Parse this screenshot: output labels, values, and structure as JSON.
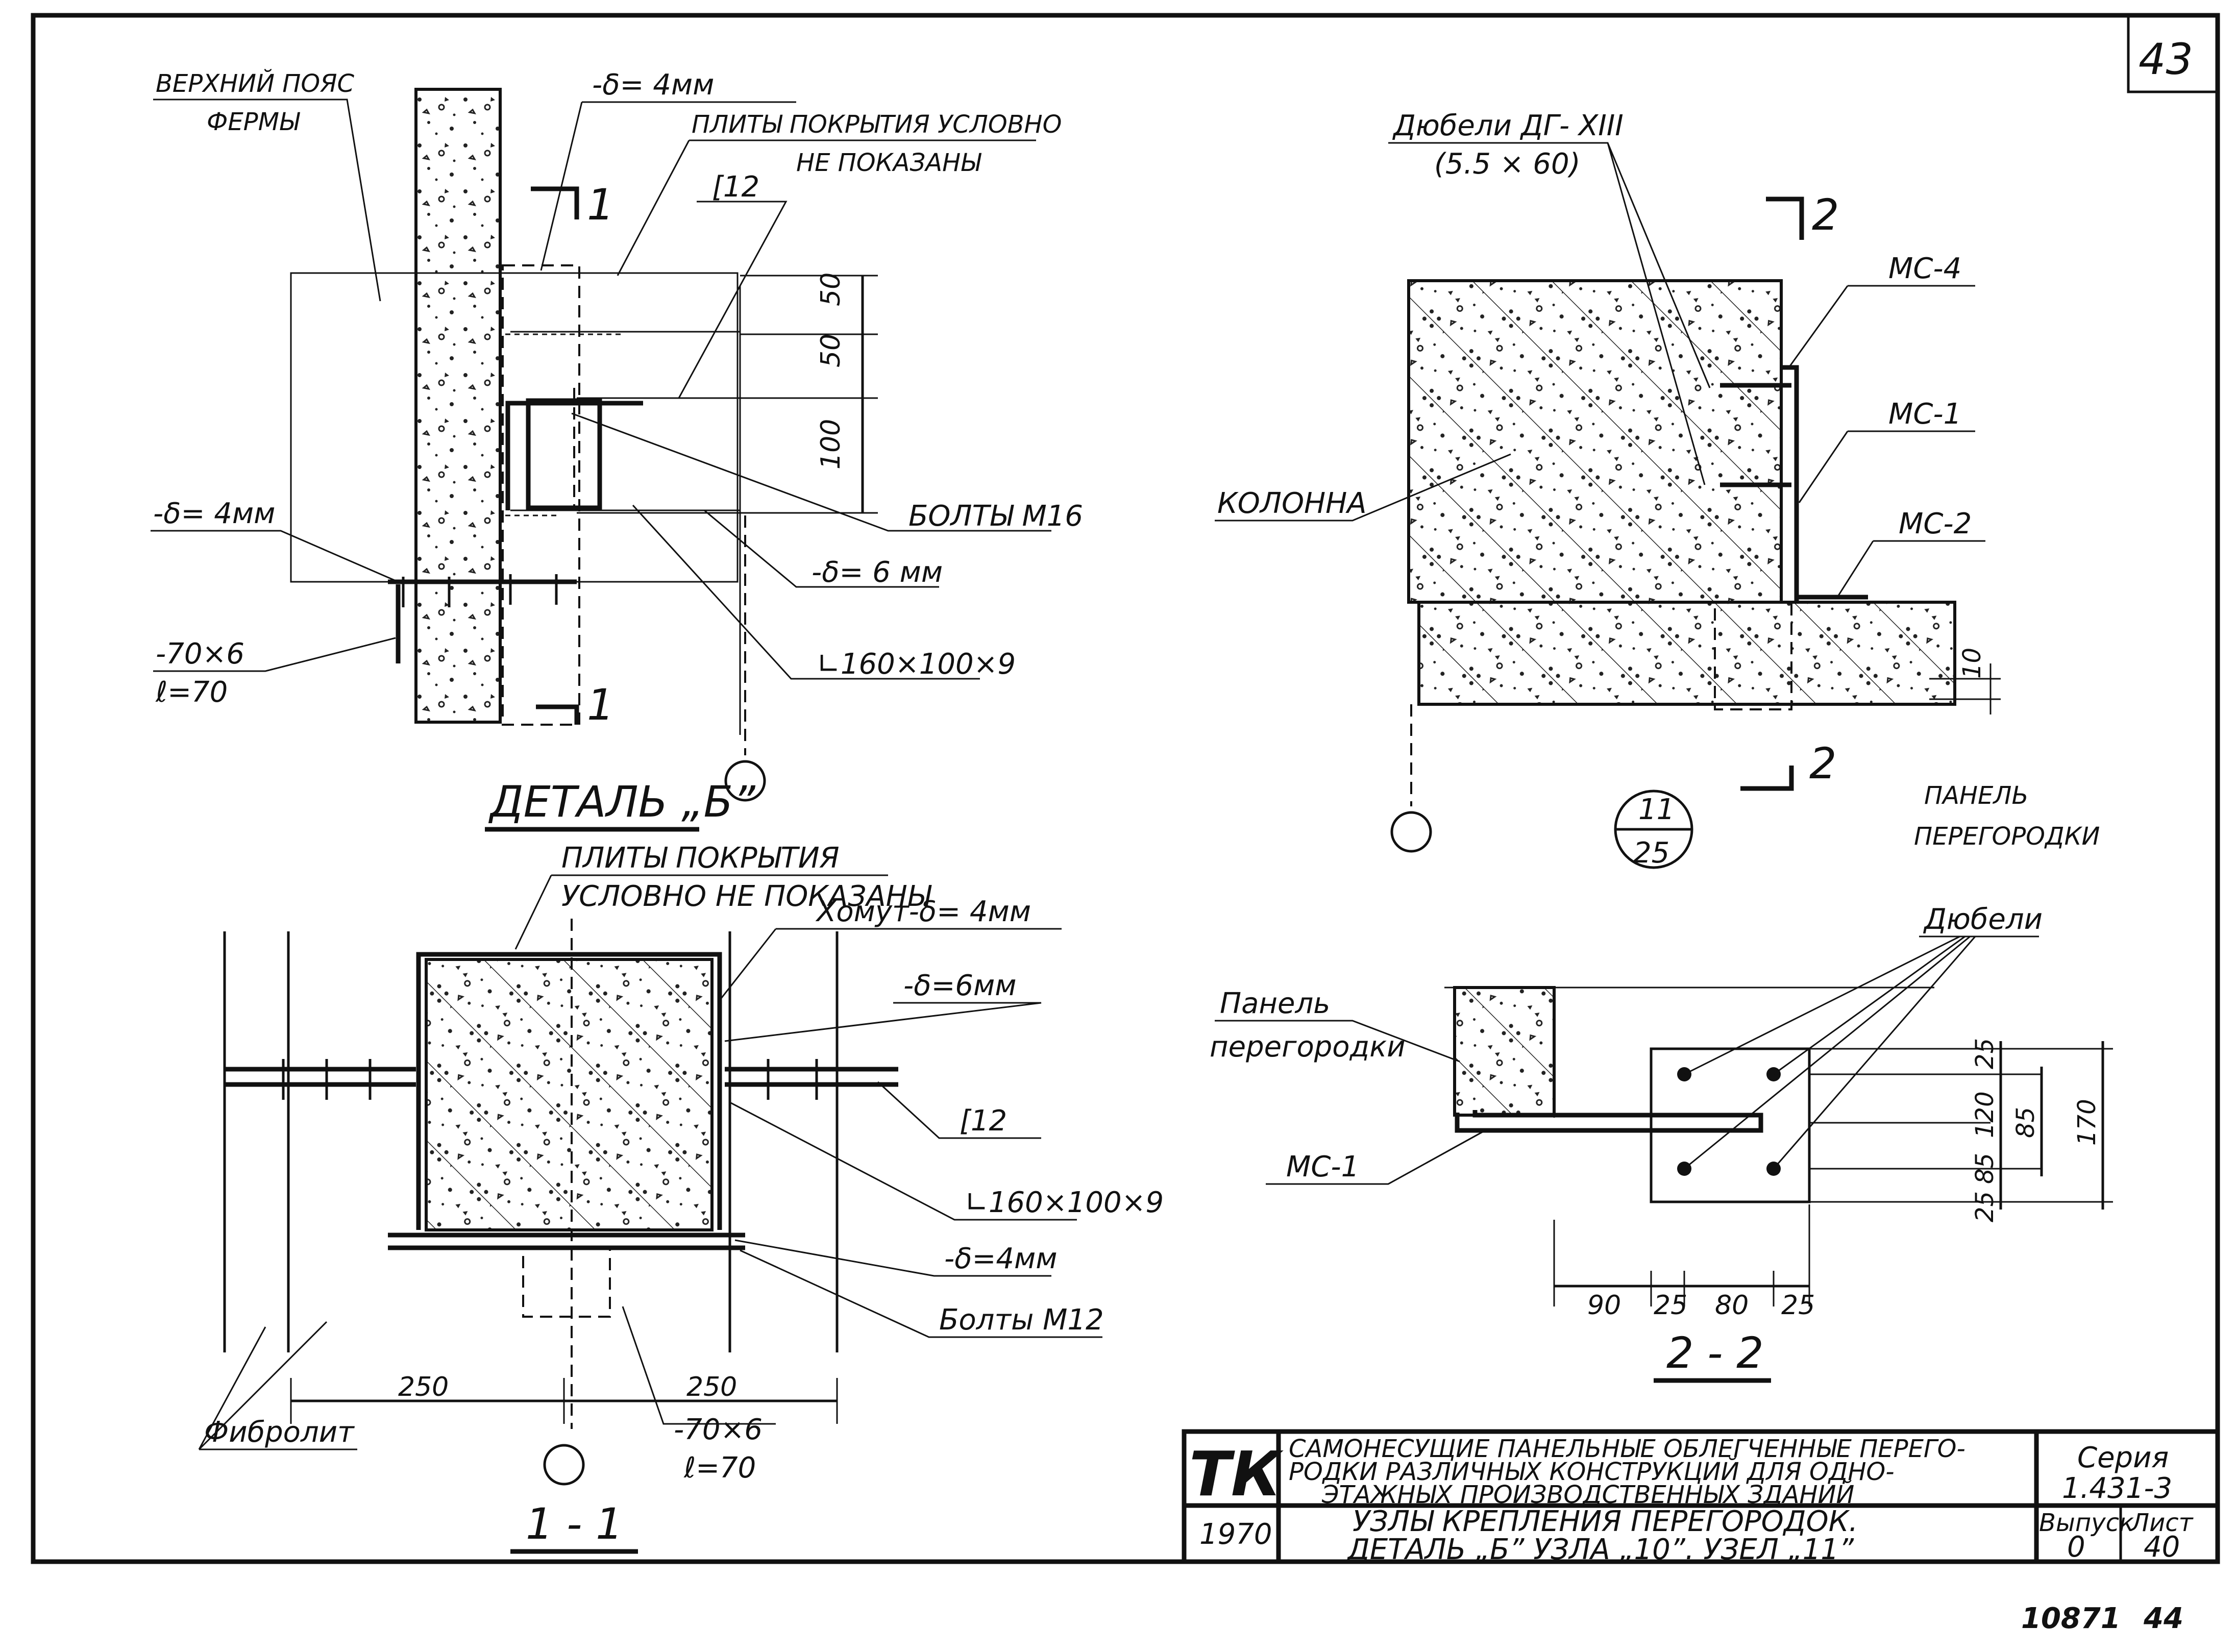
{
  "sheet_number": "43",
  "bottom_numbers": {
    "left": "10871",
    "right": "44"
  },
  "detail_b": {
    "title": "ДЕТАЛЬ „Б”",
    "labels": {
      "upper_chord": "ВЕРХНИЙ ПОЯС",
      "upper_chord_2": "ФЕРМЫ",
      "plate_4mm_top": "-δ= 4мм",
      "roof_plates": "ПЛИТЫ ПОКРЫТИЯ УСЛОВНО",
      "roof_plates_2": "НЕ ПОКАЗАНЫ",
      "channel": "[12",
      "bolts": "БОЛТЫ М16",
      "plate_6mm": "-δ= 6 мм",
      "angle": "∟160×100×9",
      "plate_4mm_left": "-δ= 4мм",
      "strip": "-70×6",
      "strip_len": "ℓ=70",
      "section_mark": "1"
    },
    "dims": [
      "50",
      "50",
      "100"
    ]
  },
  "section_1_1": {
    "title": "1 - 1",
    "labels": {
      "roof_plates": "ПЛИТЫ ПОКРЫТИЯ",
      "roof_plates_2": "УСЛОВНО НЕ ПОКАЗАНЫ",
      "clamp": "Хомут-δ= 4мм",
      "plate_6mm": "-δ=6мм",
      "channel": "[12",
      "angle": "∟160×100×9",
      "plate_4mm": "-δ=4мм",
      "bolts": "Болты М12",
      "fibrolite": "Фибролит",
      "strip": "-70×6",
      "strip_len": "ℓ=70"
    },
    "dims": [
      "250",
      "250"
    ]
  },
  "node_11": {
    "labels": {
      "dowels": "Дюбели ДГ- XIII",
      "dowels_size": "(5.5 × 60)",
      "mc4": "МС-4",
      "mc1": "МС-1",
      "mc2": "МС-2",
      "column": "КОЛОННА",
      "panel": "ПАНЕЛЬ",
      "panel_2": "ПЕРЕГОРОДКИ",
      "section_mark": "2",
      "dim_10": "10"
    },
    "ref_top": "11",
    "ref_bottom": "25"
  },
  "section_2_2": {
    "title": "2 - 2",
    "labels": {
      "dowels": "Дюбели",
      "panel": "Панель",
      "panel_2": "перегородки",
      "mc1": "МС-1"
    },
    "dims_bottom": [
      "90",
      "25",
      "80",
      "25"
    ],
    "dims_right": [
      "25",
      "120",
      "85",
      "25",
      "170",
      "85"
    ]
  },
  "title_block": {
    "logo": "ТК",
    "year": "1970",
    "description_1": "САМОНЕСУЩИЕ ПАНЕЛЬНЫЕ ОБЛЕГЧЕННЫЕ ПЕРЕГО-",
    "description_2": "РОДКИ РАЗЛИЧНЫХ КОНСТРУКЦИЙ ДЛЯ ОДНО-",
    "description_3": "ЭТАЖНЫХ ПРОИЗВОДСТВЕННЫХ ЗДАНИЙ",
    "sheet_title_1": "УЗЛЫ КРЕПЛЕНИЯ ПЕРЕГОРОДОК.",
    "sheet_title_2": "ДЕТАЛЬ „Б” УЗЛА „10”. УЗЕЛ „11”",
    "series_label": "Серия",
    "series_value": "1.431-3",
    "issue_label": "Выпуск",
    "issue_value": "0",
    "sheet_label": "Лист",
    "sheet_value": "40"
  }
}
